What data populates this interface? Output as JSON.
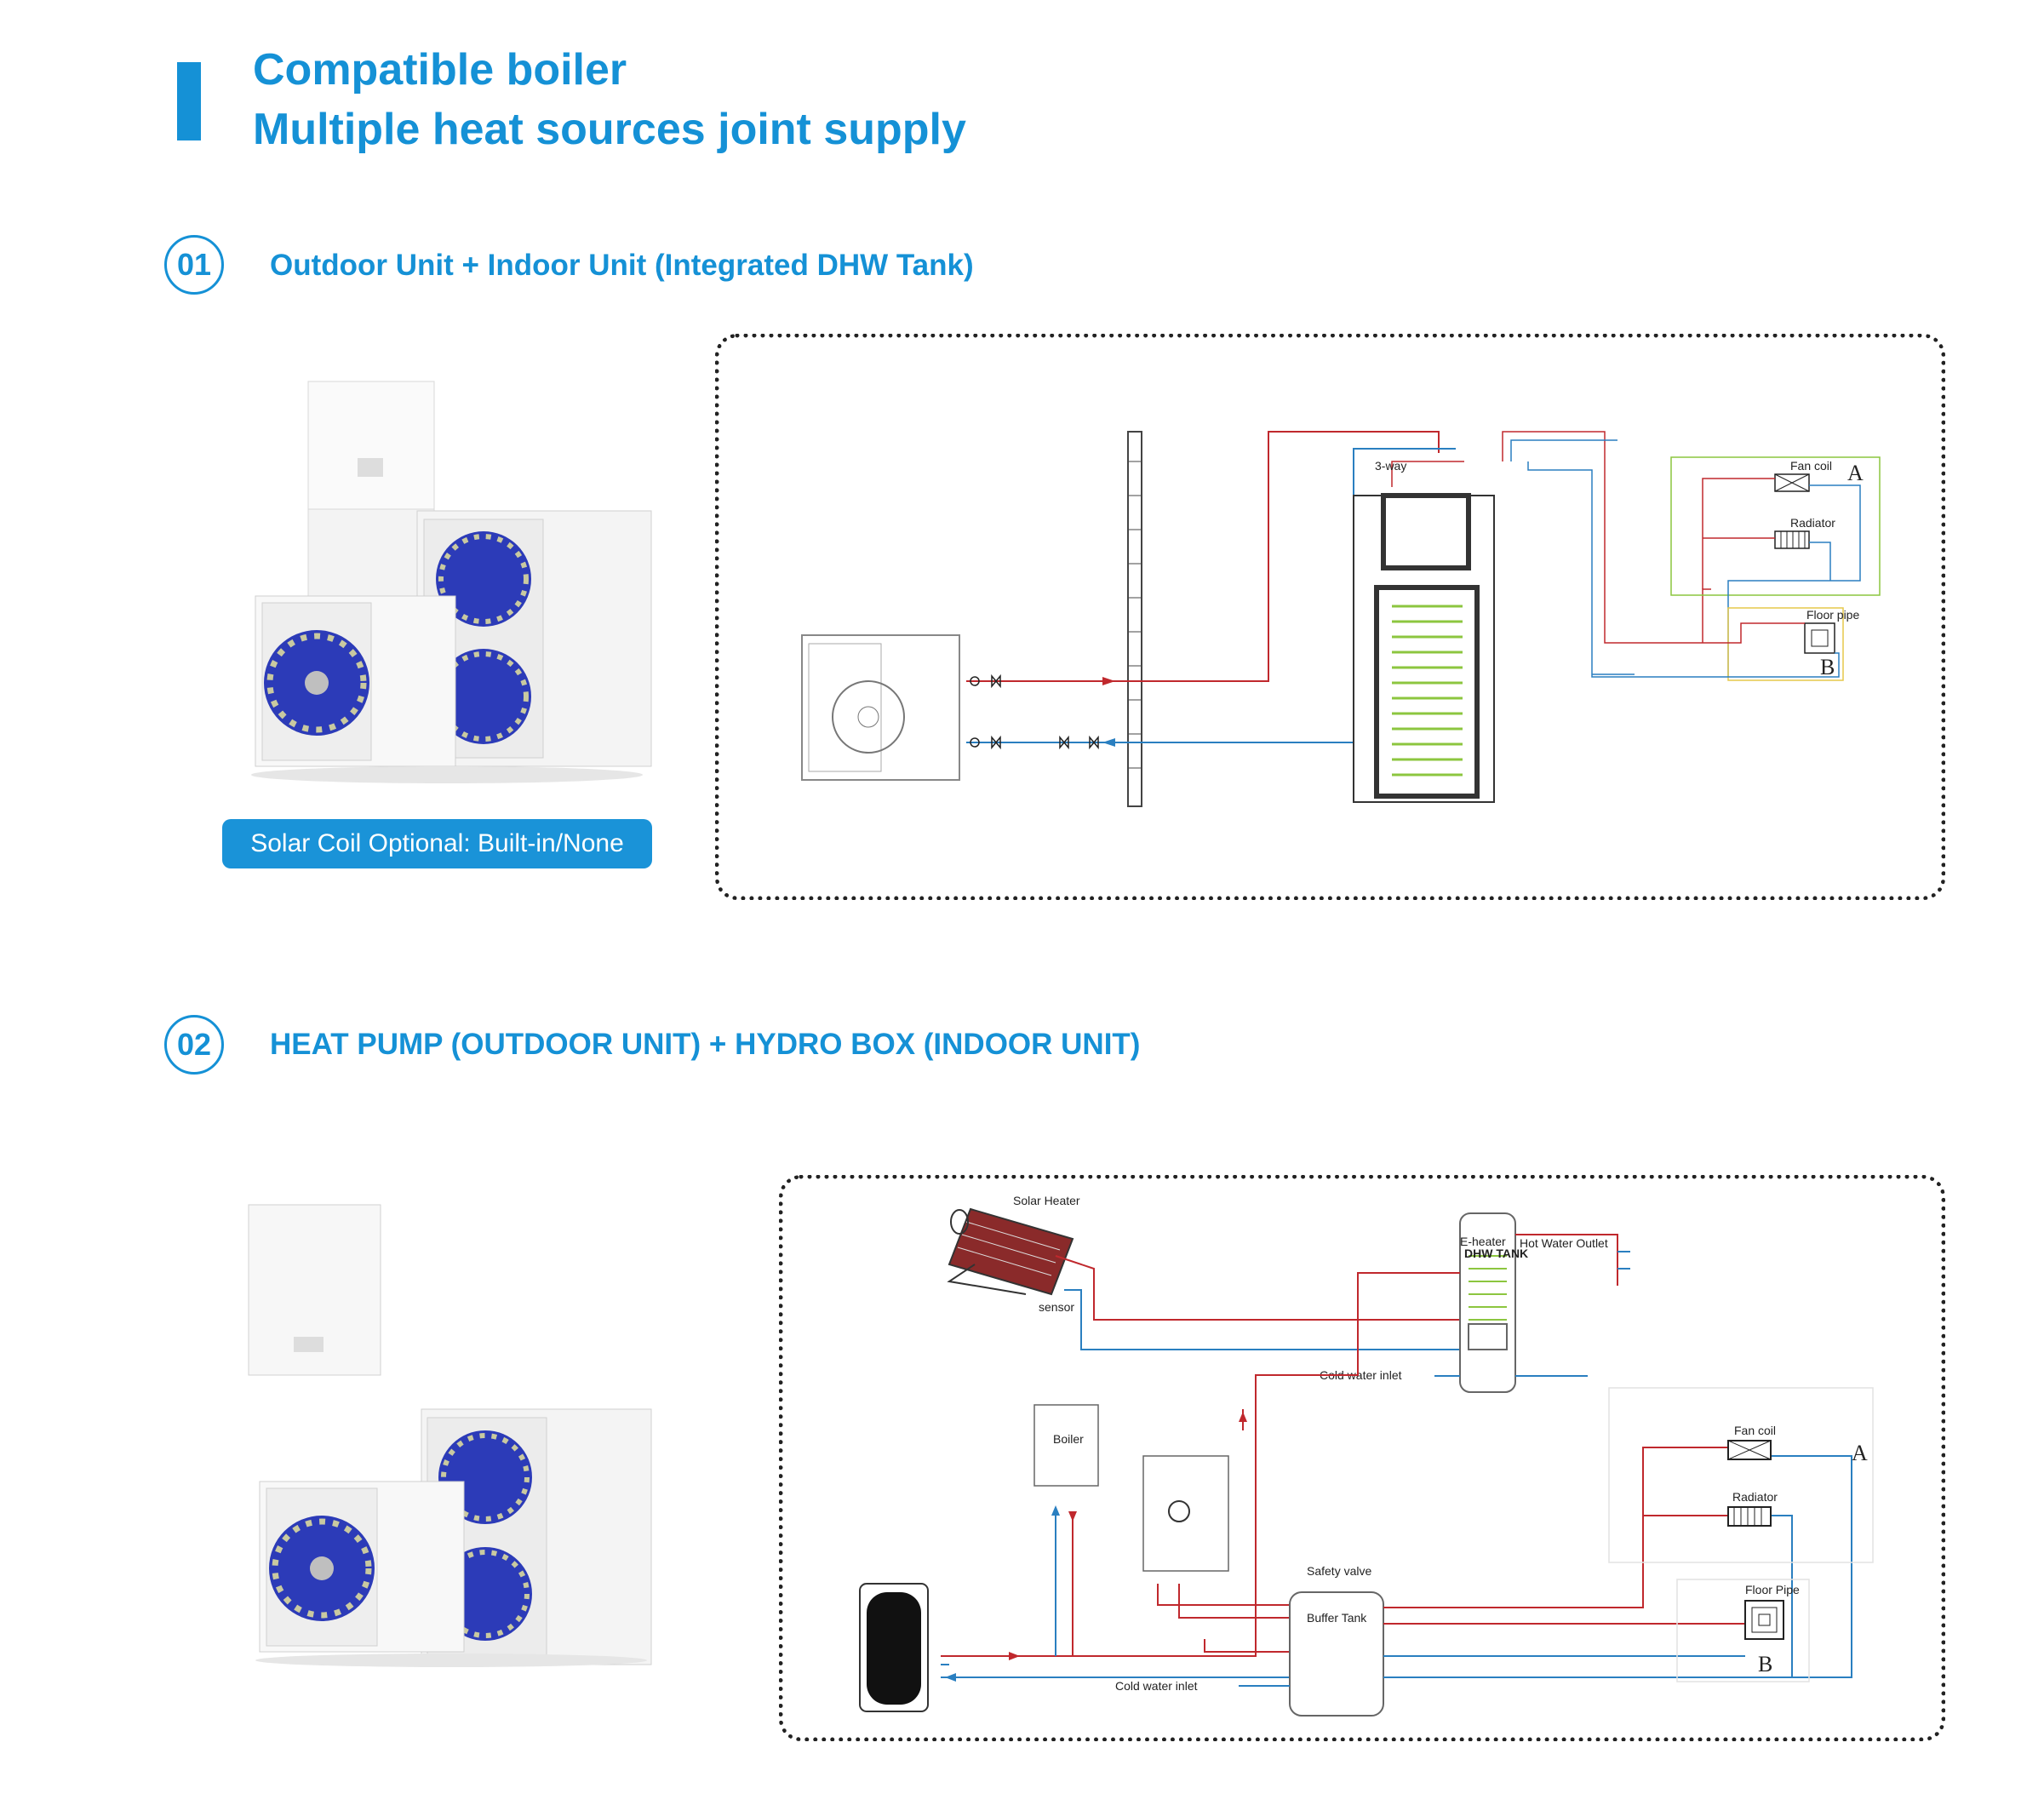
{
  "header": {
    "title_line1": "Compatible boiler",
    "title_line2": "Multiple heat sources joint supply"
  },
  "section1": {
    "number": "01",
    "title": "Outdoor Unit + Indoor Unit (Integrated DHW Tank)",
    "badge": "Solar Coil Optional: Built-in/None",
    "diagram": {
      "label_a": "A",
      "label_b": "B",
      "fan_coil": "Fan coil",
      "radiator": "Radiator",
      "floor_pipe": "Floor pipe",
      "three_way": "3-way"
    }
  },
  "section2": {
    "number": "02",
    "title": "HEAT PUMP (OUTDOOR UNIT) + HYDRO BOX (INDOOR UNIT)",
    "diagram": {
      "solar_heater": "Solar Heater",
      "sensor": "sensor",
      "e_heater": "E-heater",
      "dhw_tank": "DHW TANK",
      "hot_water_outlet": "Hot Water Outlet",
      "cold_water_inlet_top": "Cold water inlet",
      "boiler": "Boiler",
      "safety_valve": "Safety valve",
      "buffer_tank": "Buffer Tank",
      "cold_water_inlet_bottom": "Cold water inlet",
      "fan_coil": "Fan coil",
      "radiator": "Radiator",
      "floor_pipe": "Floor Pipe",
      "label_a": "A",
      "label_b": "B"
    }
  },
  "colors": {
    "accent": "#1591d6",
    "hot_pipe": "#c0282d",
    "cold_pipe": "#2a7fc0",
    "coil_green": "#8cc63f"
  }
}
